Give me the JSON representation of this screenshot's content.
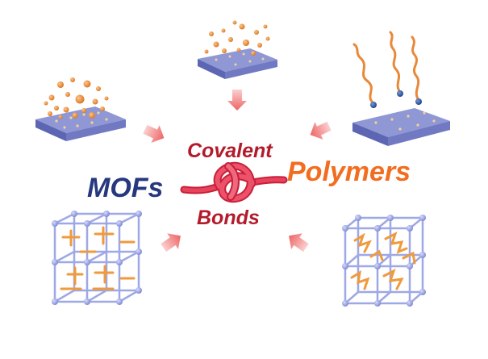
{
  "labels": {
    "covalent": "Covalent",
    "bonds": "Bonds",
    "mofs": "MOFs",
    "polymers": "Polymers"
  },
  "colors": {
    "covalent_text": "#b31b2b",
    "bonds_text": "#b31b2b",
    "mofs_text": "#26387e",
    "polymers_text": "#f26d1f",
    "knot": "#e0304a",
    "arrow": "#f06e6e",
    "substrate_top": "#8f97d4",
    "substrate_side": "#5d66b3",
    "particle": "#e8893a",
    "polymer_chain": "#e8893a",
    "anchor": "#2a5aa8",
    "framework": "#9ea8e6",
    "framework_node": "#8891d8",
    "guest": "#ef9a3c"
  },
  "icons": [
    "particles-on-substrate-icon",
    "polymer-brushes-on-substrate-icon",
    "mof-framework-icon",
    "polymer-in-mof-framework-icon",
    "knot-icon",
    "arrow-icon"
  ]
}
